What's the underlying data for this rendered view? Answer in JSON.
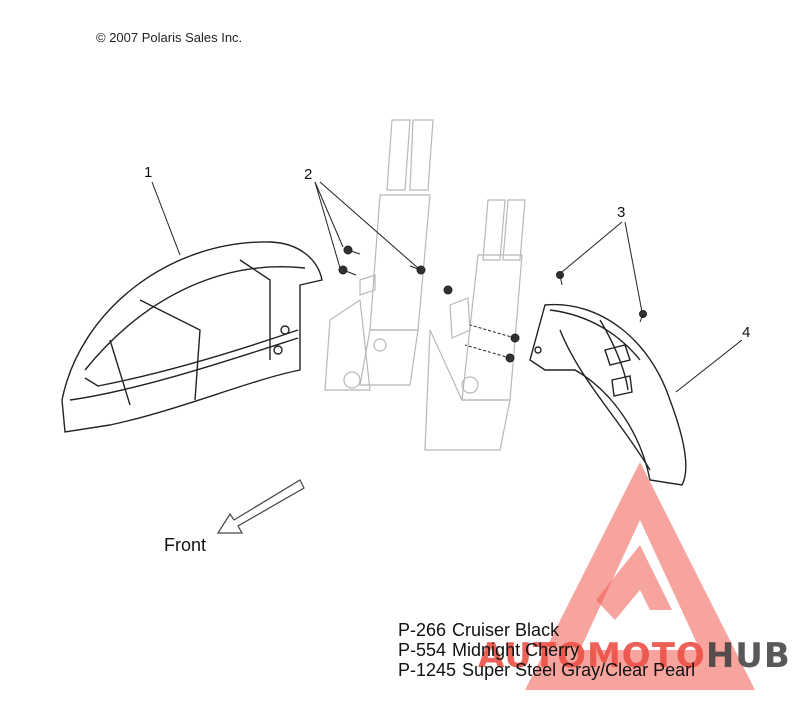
{
  "copyright": "© 2007 Polaris Sales Inc.",
  "callouts": [
    {
      "id": "1",
      "label": "1"
    },
    {
      "id": "2",
      "label": "2"
    },
    {
      "id": "3",
      "label": "3"
    },
    {
      "id": "4",
      "label": "4"
    }
  ],
  "direction_label": "Front",
  "color_options": [
    {
      "code": "P-266",
      "name": "Cruiser Black"
    },
    {
      "code": "P-554",
      "name": "Midnight Cherry"
    },
    {
      "code": "P-1245",
      "name": "Super Steel Gray/Clear Pearl"
    }
  ],
  "watermark": {
    "part1": "AUTOMOTO",
    "part2": "HUB",
    "accent_color": "#eb5046",
    "dark_color": "#3c3c3c",
    "logo": "mountain-triangle-logo"
  }
}
